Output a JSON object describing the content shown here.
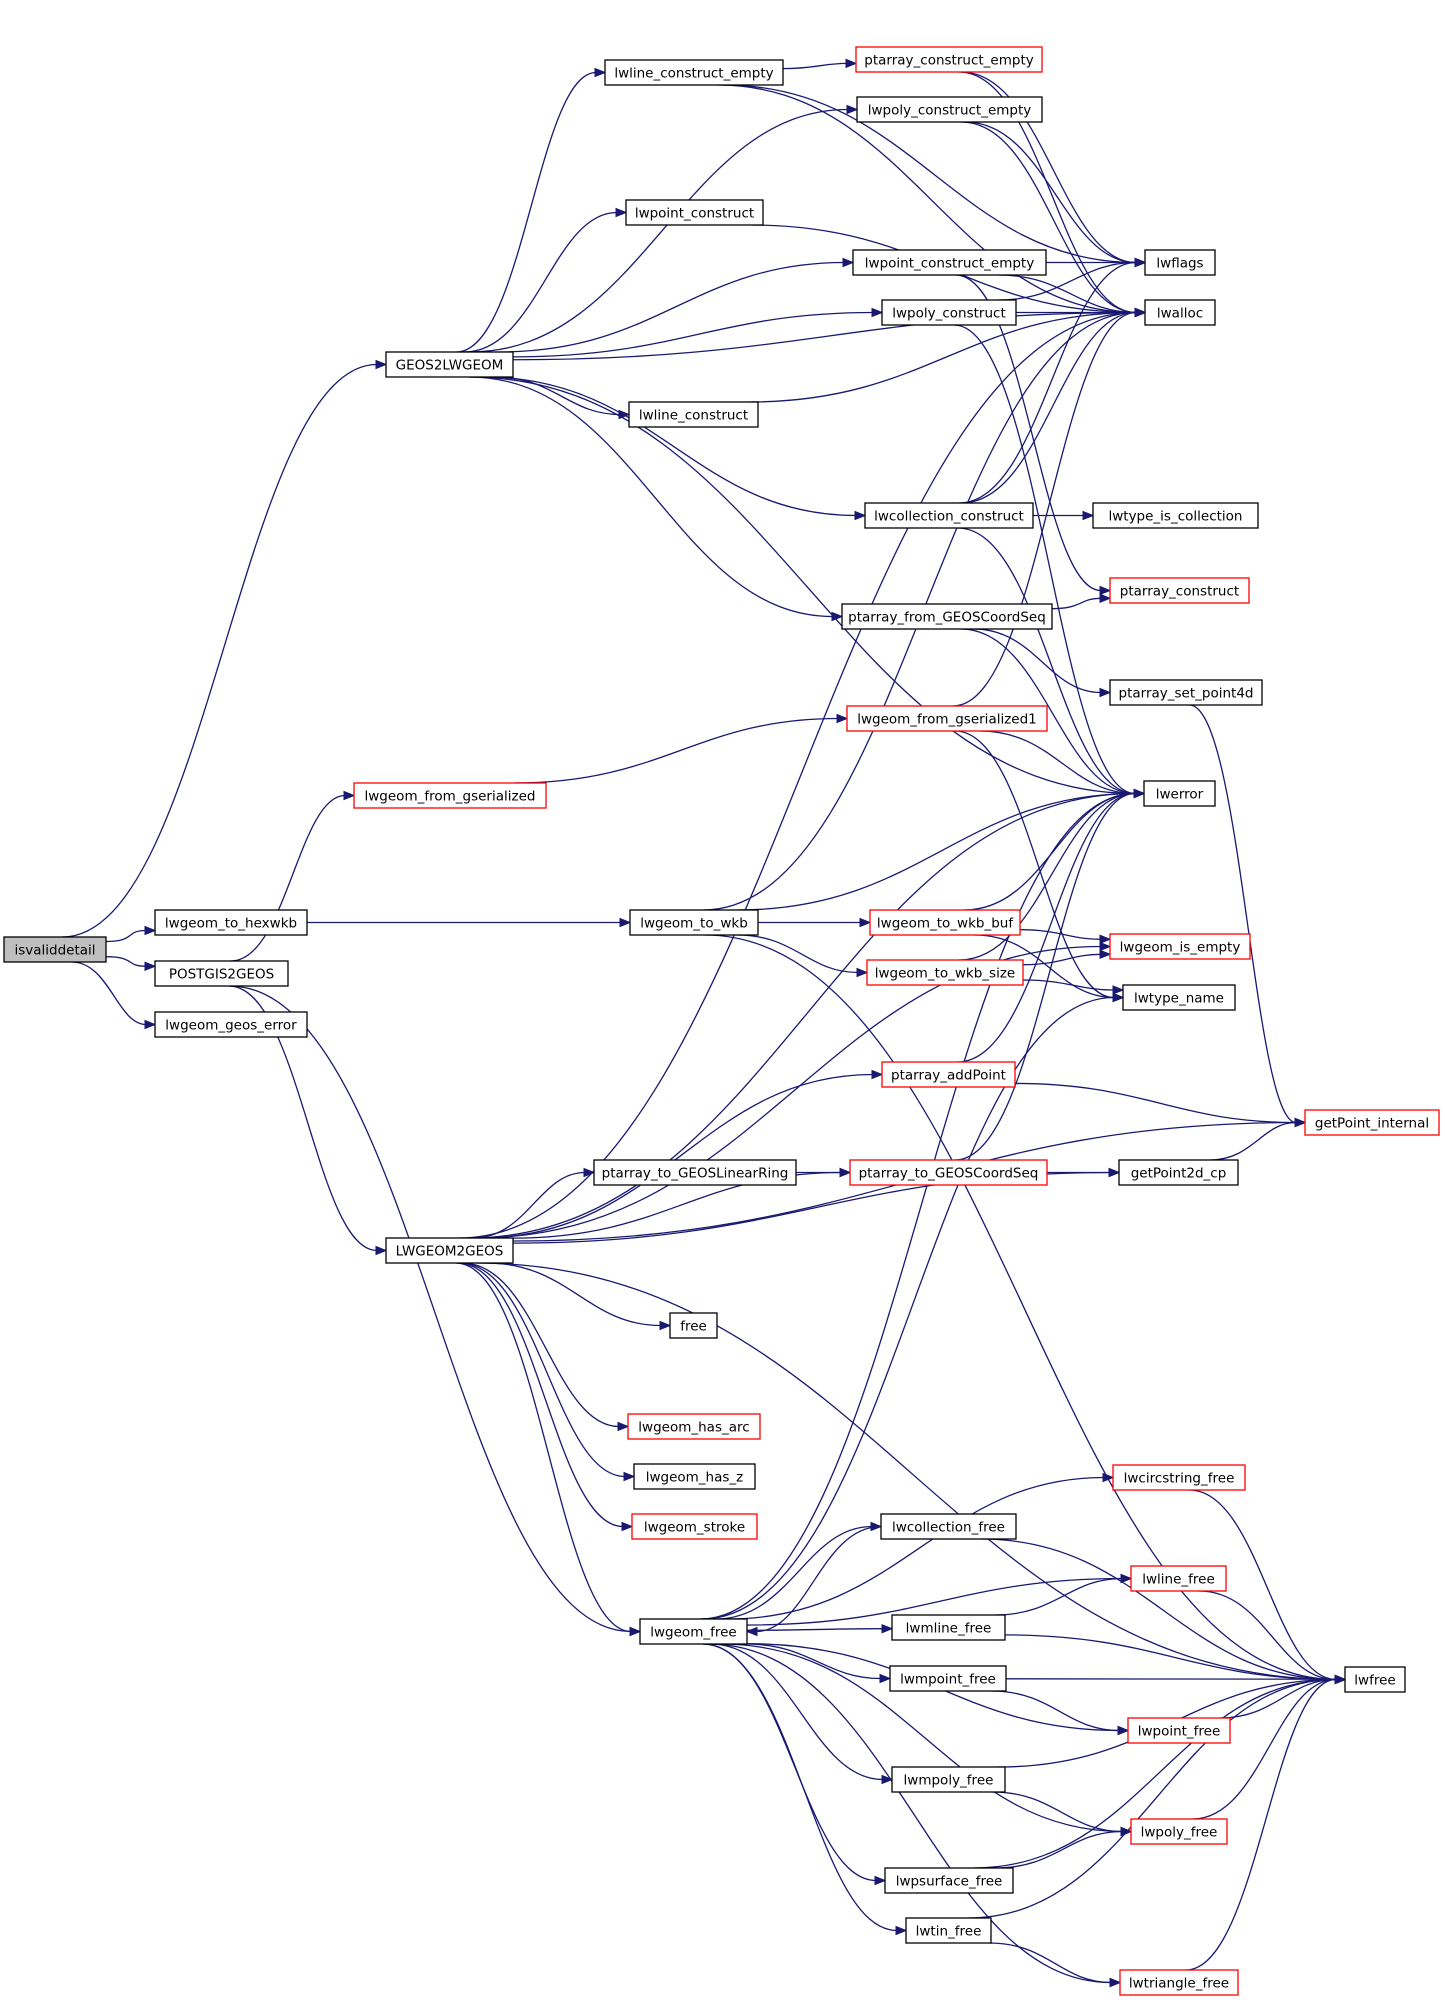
{
  "nodes": [
    {
      "id": "isvaliddetail",
      "label": "isvaliddetail",
      "style": "root"
    },
    {
      "id": "lwgeom_to_hexwkb",
      "label": "lwgeom_to_hexwkb",
      "style": "normal"
    },
    {
      "id": "POSTGIS2GEOS",
      "label": "POSTGIS2GEOS",
      "style": "normal"
    },
    {
      "id": "lwgeom_geos_error",
      "label": "lwgeom_geos_error",
      "style": "normal"
    },
    {
      "id": "GEOS2LWGEOM",
      "label": "GEOS2LWGEOM",
      "style": "normal"
    },
    {
      "id": "lwgeom_from_gserialized",
      "label": "lwgeom_from_gserialized",
      "style": "red"
    },
    {
      "id": "LWGEOM2GEOS",
      "label": "LWGEOM2GEOS",
      "style": "normal"
    },
    {
      "id": "lwgeom_free",
      "label": "lwgeom_free",
      "style": "normal"
    },
    {
      "id": "lwgeom_to_wkb",
      "label": "lwgeom_to_wkb",
      "style": "normal"
    },
    {
      "id": "lwline_construct_empty",
      "label": "lwline_construct_empty",
      "style": "normal"
    },
    {
      "id": "lwpoint_construct",
      "label": "lwpoint_construct",
      "style": "normal"
    },
    {
      "id": "lwline_construct",
      "label": "lwline_construct",
      "style": "normal"
    },
    {
      "id": "ptarray_to_GEOSLinearRing",
      "label": "ptarray_to_GEOSLinearRing",
      "style": "normal"
    },
    {
      "id": "free",
      "label": "free",
      "style": "normal"
    },
    {
      "id": "lwgeom_has_arc",
      "label": "lwgeom_has_arc",
      "style": "red"
    },
    {
      "id": "lwgeom_has_z",
      "label": "lwgeom_has_z",
      "style": "normal"
    },
    {
      "id": "lwgeom_stroke",
      "label": "lwgeom_stroke",
      "style": "red"
    },
    {
      "id": "ptarray_construct_empty",
      "label": "ptarray_construct_empty",
      "style": "red"
    },
    {
      "id": "lwpoly_construct_empty",
      "label": "lwpoly_construct_empty",
      "style": "normal"
    },
    {
      "id": "lwpoint_construct_empty",
      "label": "lwpoint_construct_empty",
      "style": "normal"
    },
    {
      "id": "lwpoly_construct",
      "label": "lwpoly_construct",
      "style": "normal"
    },
    {
      "id": "lwcollection_construct",
      "label": "lwcollection_construct",
      "style": "normal"
    },
    {
      "id": "ptarray_from_GEOSCoordSeq",
      "label": "ptarray_from_GEOSCoordSeq",
      "style": "normal"
    },
    {
      "id": "lwgeom_from_gserialized1",
      "label": "lwgeom_from_gserialized1",
      "style": "red"
    },
    {
      "id": "lwgeom_to_wkb_buf",
      "label": "lwgeom_to_wkb_buf",
      "style": "red"
    },
    {
      "id": "lwgeom_to_wkb_size",
      "label": "lwgeom_to_wkb_size",
      "style": "red"
    },
    {
      "id": "ptarray_addPoint",
      "label": "ptarray_addPoint",
      "style": "red"
    },
    {
      "id": "ptarray_to_GEOSCoordSeq",
      "label": "ptarray_to_GEOSCoordSeq",
      "style": "red"
    },
    {
      "id": "lwcollection_free",
      "label": "lwcollection_free",
      "style": "normal"
    },
    {
      "id": "lwmline_free",
      "label": "lwmline_free",
      "style": "normal"
    },
    {
      "id": "lwmpoint_free",
      "label": "lwmpoint_free",
      "style": "normal"
    },
    {
      "id": "lwmpoly_free",
      "label": "lwmpoly_free",
      "style": "normal"
    },
    {
      "id": "lwpsurface_free",
      "label": "lwpsurface_free",
      "style": "normal"
    },
    {
      "id": "lwtin_free",
      "label": "lwtin_free",
      "style": "normal"
    },
    {
      "id": "lwflags",
      "label": "lwflags",
      "style": "normal"
    },
    {
      "id": "lwalloc",
      "label": "lwalloc",
      "style": "normal"
    },
    {
      "id": "lwtype_is_collection",
      "label": "lwtype_is_collection",
      "style": "normal"
    },
    {
      "id": "ptarray_construct",
      "label": "ptarray_construct",
      "style": "red"
    },
    {
      "id": "ptarray_set_point4d",
      "label": "ptarray_set_point4d",
      "style": "normal"
    },
    {
      "id": "lwerror",
      "label": "lwerror",
      "style": "normal"
    },
    {
      "id": "lwgeom_is_empty",
      "label": "lwgeom_is_empty",
      "style": "red"
    },
    {
      "id": "lwtype_name",
      "label": "lwtype_name",
      "style": "normal"
    },
    {
      "id": "getPoint2d_cp",
      "label": "getPoint2d_cp",
      "style": "normal"
    },
    {
      "id": "lwcircstring_free",
      "label": "lwcircstring_free",
      "style": "red"
    },
    {
      "id": "lwline_free",
      "label": "lwline_free",
      "style": "red"
    },
    {
      "id": "lwpoint_free",
      "label": "lwpoint_free",
      "style": "red"
    },
    {
      "id": "lwpoly_free",
      "label": "lwpoly_free",
      "style": "red"
    },
    {
      "id": "lwtriangle_free",
      "label": "lwtriangle_free",
      "style": "red"
    },
    {
      "id": "getPoint_internal",
      "label": "getPoint_internal",
      "style": "red"
    },
    {
      "id": "lwfree",
      "label": "lwfree",
      "style": "normal"
    }
  ],
  "edges": [
    [
      "isvaliddetail",
      "GEOS2LWGEOM"
    ],
    [
      "isvaliddetail",
      "lwgeom_to_hexwkb"
    ],
    [
      "isvaliddetail",
      "POSTGIS2GEOS"
    ],
    [
      "isvaliddetail",
      "lwgeom_geos_error"
    ],
    [
      "lwgeom_to_hexwkb",
      "lwgeom_to_wkb"
    ],
    [
      "POSTGIS2GEOS",
      "lwgeom_from_gserialized"
    ],
    [
      "POSTGIS2GEOS",
      "LWGEOM2GEOS"
    ],
    [
      "POSTGIS2GEOS",
      "lwgeom_free"
    ],
    [
      "GEOS2LWGEOM",
      "lwline_construct_empty"
    ],
    [
      "GEOS2LWGEOM",
      "lwpoly_construct_empty"
    ],
    [
      "GEOS2LWGEOM",
      "lwpoint_construct"
    ],
    [
      "GEOS2LWGEOM",
      "lwpoint_construct_empty"
    ],
    [
      "GEOS2LWGEOM",
      "lwpoly_construct"
    ],
    [
      "GEOS2LWGEOM",
      "lwalloc"
    ],
    [
      "GEOS2LWGEOM",
      "lwline_construct"
    ],
    [
      "GEOS2LWGEOM",
      "lwcollection_construct"
    ],
    [
      "GEOS2LWGEOM",
      "ptarray_from_GEOSCoordSeq"
    ],
    [
      "GEOS2LWGEOM",
      "lwerror"
    ],
    [
      "lwgeom_from_gserialized",
      "lwgeom_from_gserialized1"
    ],
    [
      "lwline_construct_empty",
      "ptarray_construct_empty"
    ],
    [
      "lwline_construct_empty",
      "lwflags"
    ],
    [
      "lwline_construct_empty",
      "lwalloc"
    ],
    [
      "ptarray_construct_empty",
      "lwflags"
    ],
    [
      "ptarray_construct_empty",
      "lwalloc"
    ],
    [
      "lwpoly_construct_empty",
      "lwflags"
    ],
    [
      "lwpoly_construct_empty",
      "lwalloc"
    ],
    [
      "lwpoint_construct",
      "lwalloc"
    ],
    [
      "lwpoint_construct_empty",
      "lwflags"
    ],
    [
      "lwpoint_construct_empty",
      "lwalloc"
    ],
    [
      "lwpoint_construct_empty",
      "ptarray_construct"
    ],
    [
      "lwpoly_construct",
      "lwflags"
    ],
    [
      "lwpoly_construct",
      "lwalloc"
    ],
    [
      "lwpoly_construct",
      "lwerror"
    ],
    [
      "lwline_construct",
      "lwalloc"
    ],
    [
      "lwcollection_construct",
      "lwflags"
    ],
    [
      "lwcollection_construct",
      "lwalloc"
    ],
    [
      "lwcollection_construct",
      "lwtype_is_collection"
    ],
    [
      "lwcollection_construct",
      "lwerror"
    ],
    [
      "ptarray_from_GEOSCoordSeq",
      "ptarray_construct"
    ],
    [
      "ptarray_from_GEOSCoordSeq",
      "ptarray_set_point4d"
    ],
    [
      "ptarray_from_GEOSCoordSeq",
      "lwerror"
    ],
    [
      "ptarray_set_point4d",
      "getPoint_internal"
    ],
    [
      "lwgeom_from_gserialized1",
      "lwalloc"
    ],
    [
      "lwgeom_from_gserialized1",
      "lwerror"
    ],
    [
      "lwgeom_from_gserialized1",
      "lwtype_name"
    ],
    [
      "lwgeom_to_wkb",
      "lwgeom_to_wkb_buf"
    ],
    [
      "lwgeom_to_wkb",
      "lwgeom_to_wkb_size"
    ],
    [
      "lwgeom_to_wkb",
      "lwerror"
    ],
    [
      "lwgeom_to_wkb",
      "lwalloc"
    ],
    [
      "lwgeom_to_wkb",
      "lwfree"
    ],
    [
      "lwgeom_to_wkb_buf",
      "lwerror"
    ],
    [
      "lwgeom_to_wkb_buf",
      "lwgeom_is_empty"
    ],
    [
      "lwgeom_to_wkb_buf",
      "lwtype_name"
    ],
    [
      "lwgeom_to_wkb_size",
      "lwerror"
    ],
    [
      "lwgeom_to_wkb_size",
      "lwgeom_is_empty"
    ],
    [
      "lwgeom_to_wkb_size",
      "lwtype_name"
    ],
    [
      "ptarray_addPoint",
      "lwerror"
    ],
    [
      "ptarray_addPoint",
      "getPoint_internal"
    ],
    [
      "ptarray_to_GEOSCoordSeq",
      "lwerror"
    ],
    [
      "ptarray_to_GEOSCoordSeq",
      "getPoint2d_cp"
    ],
    [
      "getPoint2d_cp",
      "getPoint_internal"
    ],
    [
      "ptarray_to_GEOSLinearRing",
      "ptarray_to_GEOSCoordSeq"
    ],
    [
      "LWGEOM2GEOS",
      "lwalloc"
    ],
    [
      "LWGEOM2GEOS",
      "lwerror"
    ],
    [
      "LWGEOM2GEOS",
      "lwgeom_is_empty"
    ],
    [
      "LWGEOM2GEOS",
      "ptarray_addPoint"
    ],
    [
      "LWGEOM2GEOS",
      "ptarray_to_GEOSCoordSeq"
    ],
    [
      "LWGEOM2GEOS",
      "ptarray_to_GEOSLinearRing"
    ],
    [
      "LWGEOM2GEOS",
      "getPoint2d_cp"
    ],
    [
      "LWGEOM2GEOS",
      "getPoint_internal"
    ],
    [
      "LWGEOM2GEOS",
      "free"
    ],
    [
      "LWGEOM2GEOS",
      "lwgeom_has_arc"
    ],
    [
      "LWGEOM2GEOS",
      "lwgeom_has_z"
    ],
    [
      "LWGEOM2GEOS",
      "lwgeom_stroke"
    ],
    [
      "LWGEOM2GEOS",
      "lwgeom_free"
    ],
    [
      "LWGEOM2GEOS",
      "lwfree"
    ],
    [
      "lwgeom_free",
      "lwtype_name"
    ],
    [
      "lwgeom_free",
      "lwerror"
    ],
    [
      "lwgeom_free",
      "lwcircstring_free"
    ],
    [
      "lwgeom_free",
      "lwcollection_free"
    ],
    [
      "lwgeom_free",
      "lwline_free"
    ],
    [
      "lwgeom_free",
      "lwmline_free"
    ],
    [
      "lwgeom_free",
      "lwmpoint_free"
    ],
    [
      "lwgeom_free",
      "lwpoint_free"
    ],
    [
      "lwgeom_free",
      "lwmpoly_free"
    ],
    [
      "lwgeom_free",
      "lwpoly_free"
    ],
    [
      "lwgeom_free",
      "lwpsurface_free"
    ],
    [
      "lwgeom_free",
      "lwtin_free"
    ],
    [
      "lwgeom_free",
      "lwtriangle_free"
    ],
    [
      "lwcollection_free",
      "lwgeom_free"
    ],
    [
      "lwcollection_free",
      "lwfree"
    ],
    [
      "lwcircstring_free",
      "lwfree"
    ],
    [
      "lwline_free",
      "lwfree"
    ],
    [
      "lwmline_free",
      "lwline_free"
    ],
    [
      "lwmline_free",
      "lwfree"
    ],
    [
      "lwmpoint_free",
      "lwpoint_free"
    ],
    [
      "lwmpoint_free",
      "lwfree"
    ],
    [
      "lwpoint_free",
      "lwfree"
    ],
    [
      "lwmpoly_free",
      "lwpoly_free"
    ],
    [
      "lwmpoly_free",
      "lwfree"
    ],
    [
      "lwpoly_free",
      "lwfree"
    ],
    [
      "lwpsurface_free",
      "lwpoly_free"
    ],
    [
      "lwpsurface_free",
      "lwfree"
    ],
    [
      "lwtin_free",
      "lwtriangle_free"
    ],
    [
      "lwtin_free",
      "lwfree"
    ],
    [
      "lwtriangle_free",
      "lwfree"
    ]
  ],
  "colors": {
    "edge": "#191970",
    "node_border": "#000000",
    "node_border_highlight": "#ff0000",
    "root_fill": "#bfbfbf",
    "background": "#ffffff"
  }
}
